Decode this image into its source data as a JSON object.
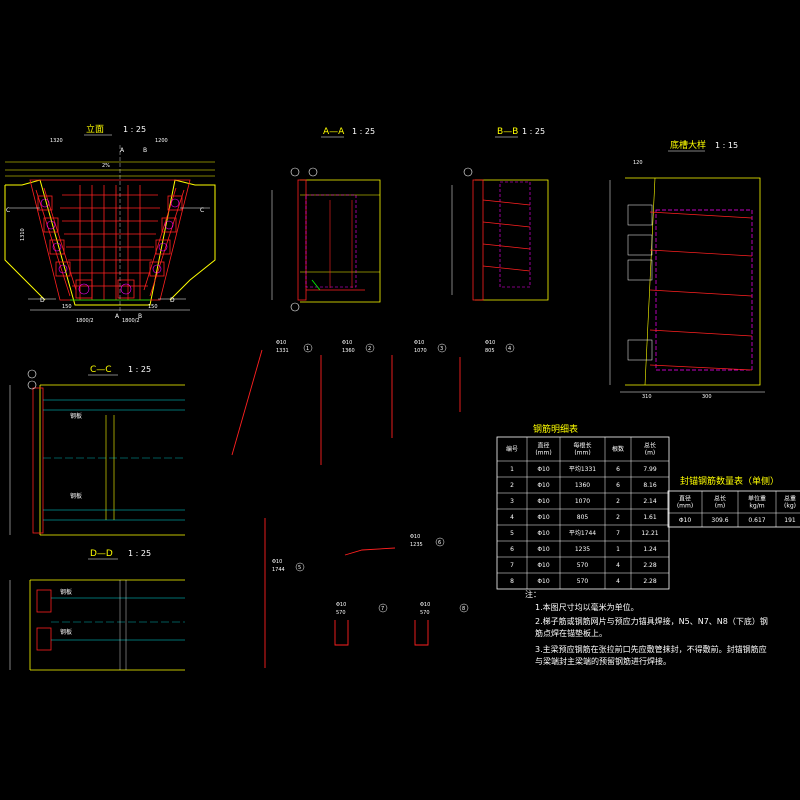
{
  "colors": {
    "background": "#000000",
    "title": "#ffff00",
    "rebar": "#ff2020",
    "concrete": "#ffff00",
    "stirrup": "#ff00ff",
    "cyan": "#00e0e0",
    "green": "#00ff00",
    "line": "#ffffff"
  },
  "views": {
    "elevation": {
      "title": "立面",
      "scale": "1 : 25",
      "sec_a": "A",
      "sec_b": "B",
      "sec_c": "C",
      "sec_d": "D",
      "dims_top": [
        "1320",
        "1200"
      ],
      "dims_bottom": [
        "150",
        "1800/2",
        "1800/2",
        "150"
      ],
      "dim_mid": "2%",
      "dim_left": "1310"
    },
    "aa": {
      "title": "A—A",
      "scale": "1 : 25"
    },
    "bb": {
      "title": "B—B",
      "scale": "1 : 25"
    },
    "detail": {
      "title": "底槽大样",
      "scale": "1 : 15",
      "dims_bottom": [
        "310",
        "300"
      ],
      "dim_top": "120"
    },
    "cc": {
      "title": "C—C",
      "scale": "1 : 25",
      "label_1": "钢板",
      "label_2": "钢板"
    },
    "dd": {
      "title": "D—D",
      "scale": "1 : 25",
      "label_1": "钢板",
      "label_2": "钢板"
    }
  },
  "bars": [
    {
      "num": "1",
      "mark": "Φ10",
      "len": "1331"
    },
    {
      "num": "2",
      "mark": "Φ10",
      "len": "1360"
    },
    {
      "num": "3",
      "mark": "Φ10",
      "len": "1070"
    },
    {
      "num": "4",
      "mark": "Φ10",
      "len": "805"
    },
    {
      "num": "5",
      "mark": "Φ10",
      "len": "1744"
    },
    {
      "num": "6",
      "mark": "Φ10",
      "len": "1235"
    },
    {
      "num": "7",
      "mark": "Φ10",
      "len": "570"
    },
    {
      "num": "8",
      "mark": "Φ10",
      "len": "570"
    }
  ],
  "rebar_table": {
    "title": "钢筋明细表",
    "headers": [
      "编号",
      "直径\n(mm)",
      "每根长\n(mm)",
      "根数",
      "总长\n(m)"
    ],
    "rows": [
      [
        "1",
        "Φ10",
        "平均1331",
        "6",
        "7.99"
      ],
      [
        "2",
        "Φ10",
        "1360",
        "6",
        "8.16"
      ],
      [
        "3",
        "Φ10",
        "1070",
        "2",
        "2.14"
      ],
      [
        "4",
        "Φ10",
        "805",
        "2",
        "1.61"
      ],
      [
        "5",
        "Φ10",
        "平均1744",
        "7",
        "12.21"
      ],
      [
        "6",
        "Φ10",
        "1235",
        "1",
        "1.24"
      ],
      [
        "7",
        "Φ10",
        "570",
        "4",
        "2.28"
      ],
      [
        "8",
        "Φ10",
        "570",
        "4",
        "2.28"
      ]
    ]
  },
  "summary_table": {
    "title": "封锚钢筋数量表（单侧）",
    "headers": [
      "直径\n(mm)",
      "总长\n(m)",
      "单位重\nkg/m",
      "总重\n(kg)"
    ],
    "row": [
      "Φ10",
      "309.6",
      "0.617",
      "191"
    ]
  },
  "notes": {
    "head": "注：",
    "lines": [
      "1.本图尺寸均以毫米为单位。",
      "2.梯子筋或钢筋网片与预应力锚具焊接，N5、N7、N8（下底）钢",
      "   筋点焊在锚垫板上。",
      "3.主梁预应钢筋在张拉前口先应敷管抹封，不得敷前。封锚钢筋应",
      "   与梁端封主梁端的预留钢筋进行焊接。"
    ]
  }
}
